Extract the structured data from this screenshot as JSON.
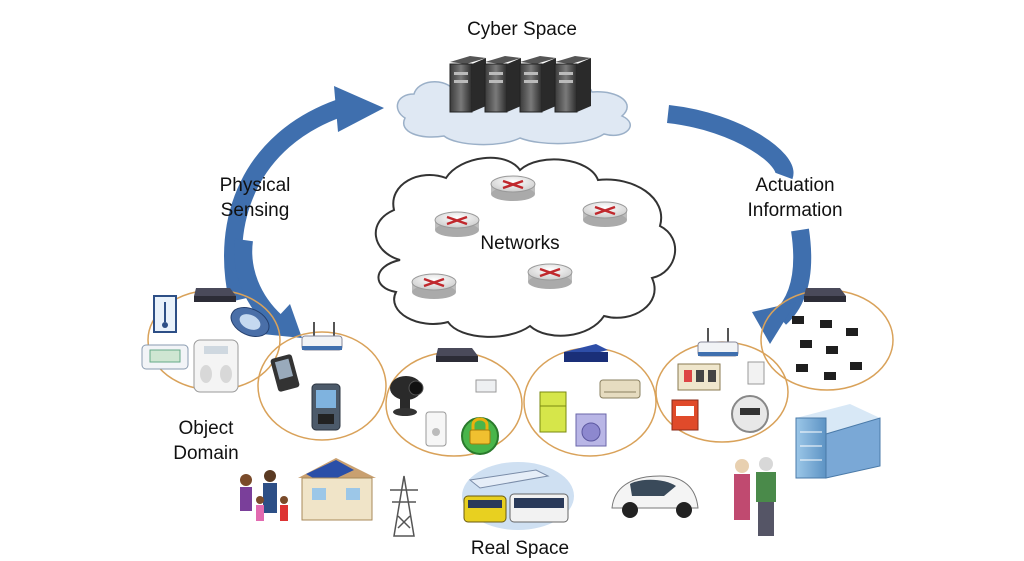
{
  "cyber_space": {
    "title": "Cyber Space"
  },
  "physical_sensing": {
    "line1": "Physical",
    "line2": "Sensing"
  },
  "actuation_information": {
    "line1": "Actuation",
    "line2": "Information"
  },
  "networks": {
    "label": "Networks"
  },
  "object_domain": {
    "line1": "Object",
    "line2": "Domain"
  },
  "real_space": {
    "label": "Real Space"
  },
  "colors": {
    "arrow_blue": "#3f6fae",
    "circle_outline": "#d9a25a",
    "router_red": "#c0282d",
    "cloud_fill": "#dfe8f3"
  },
  "icons": [
    "server-icon",
    "router-icon",
    "thermometer-icon",
    "blood-pressure-monitor-icon",
    "weight-scale-icon",
    "pedometer-icon",
    "set-top-box-icon",
    "wireless-access-point-icon",
    "mobile-phone-icon",
    "pda-icon",
    "security-camera-icon",
    "smoke-detector-icon",
    "door-sensor-icon",
    "padlock-icon",
    "refrigerator-icon",
    "washing-machine-icon",
    "air-conditioner-icon",
    "modem-icon",
    "switchboard-icon",
    "electric-meter-icon",
    "light-switch-icon",
    "gas-meter-icon",
    "sensor-node-icon",
    "family-icon",
    "house-with-solar-panels-icon",
    "power-tower-icon",
    "transport-collage-icon",
    "electric-car-icon",
    "elderly-couple-icon",
    "office-building-icon"
  ]
}
